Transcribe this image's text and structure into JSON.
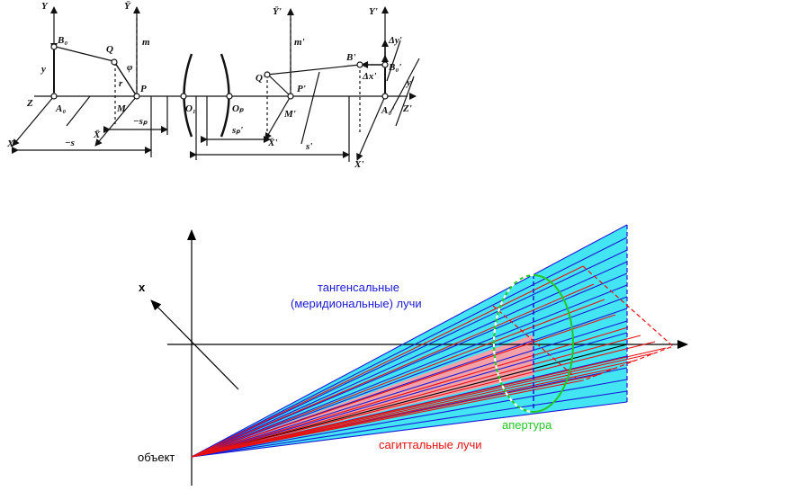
{
  "top_diagram": {
    "labels": {
      "Y": "Y",
      "Ybar": "Ȳ",
      "Ybar_prime": "Ȳ'",
      "Y_prime": "Y'",
      "B0": "B₀",
      "Q": "Q",
      "m": "m",
      "phi": "φ",
      "y": "y",
      "r": "r",
      "P": "P",
      "Z": "Z",
      "A0": "A₀",
      "M": "M",
      "minus_sp": "−sₚ",
      "O1": "O₁",
      "Op": "Oₚ",
      "Xbar": "X̄",
      "X": "X",
      "minus_s": "−s",
      "Q_prime": "Q'",
      "m_prime": "m'",
      "P_prime": "P'",
      "M_prime": "M'",
      "sp_prime": "sₚ'",
      "Xbar_prime": "X̄'",
      "s_prime": "s'",
      "X_prime": "X'",
      "B_prime": "B'",
      "B0_prime": "B₀'",
      "delta_y_prime": "Δy'",
      "delta_x_prime": "Δx'",
      "y_prime": "y'",
      "A0_prime": "A₀'",
      "Z_prime": "Z'"
    }
  },
  "bottom_diagram": {
    "axis_label_x": "x",
    "tangential_label_line1": "тангенсальные",
    "tangential_label_line2": "(меридиональные) лучи",
    "aperture_label": "апертура",
    "sagittal_label": "сагиттальные лучи",
    "object_label": "объект",
    "colors": {
      "tangential": "#1a1ad6",
      "tangential_fill": "#22e0f0",
      "sagittal": "#e81010",
      "sagittal_fill": "#f4a0a8",
      "aperture": "#22c822",
      "axes": "#000000"
    }
  }
}
